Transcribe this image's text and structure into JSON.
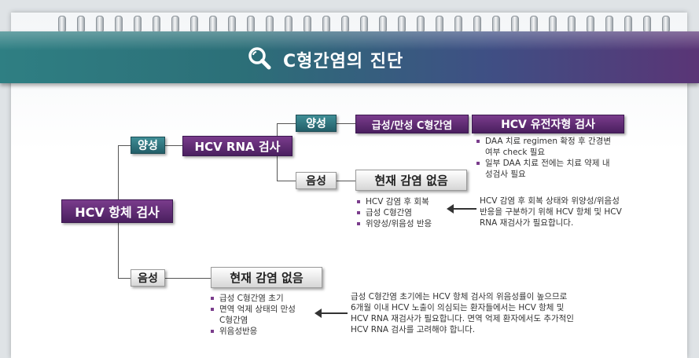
{
  "title": "C형간염의 진단",
  "nodes": {
    "root": "HCV 항체 검사",
    "pos_label": "양성",
    "rna_test": "HCV RNA 검사",
    "rna_pos_label": "양성",
    "acute_chronic": "급성/만성 C형간염",
    "genotype_test": "HCV 유전자형 검사",
    "rna_neg_label": "음성",
    "no_infection_rna": "현재 감염 없음",
    "neg_label": "음성",
    "no_infection_ab": "현재 감염 없음"
  },
  "genotype_bullets": [
    "DAA 치료 regimen 확정 후 간경변\n여부 check 필요",
    "일부 DAA 치료 전에는 치료 약제 내\n성검사 필요"
  ],
  "rna_neg_bullets": [
    "HCV 감염 후 회복",
    "급성 C형간염",
    "위양성/위음성 반응"
  ],
  "rna_neg_note": "HCV 감염 후 회복 상태와 위양성/위음성\n반응을 구분하기 위해 HCV 항체 및 HCV\nRNA 재검사가 필요합니다.",
  "ab_neg_bullets": [
    "급성 C형간염 초기",
    "면역 억제 상태의 만성\nC형간염",
    "위음성반응"
  ],
  "ab_neg_note": "급성 C형간염 초기에는 HCV 항체 검사의 위음성률이 높으므로\n6개월 이내 HCV 노출이 의심되는 환자들에서는 HCV 항체 및\nHCV RNA 재검사가 필요합니다. 면역 억제 환자에서도 추가적인\nHCV RNA 검사를 고려해야 합니다.",
  "colors": {
    "purple": "#5a2670",
    "teal": "#2f7f83",
    "gray": "#e6e6e6"
  }
}
